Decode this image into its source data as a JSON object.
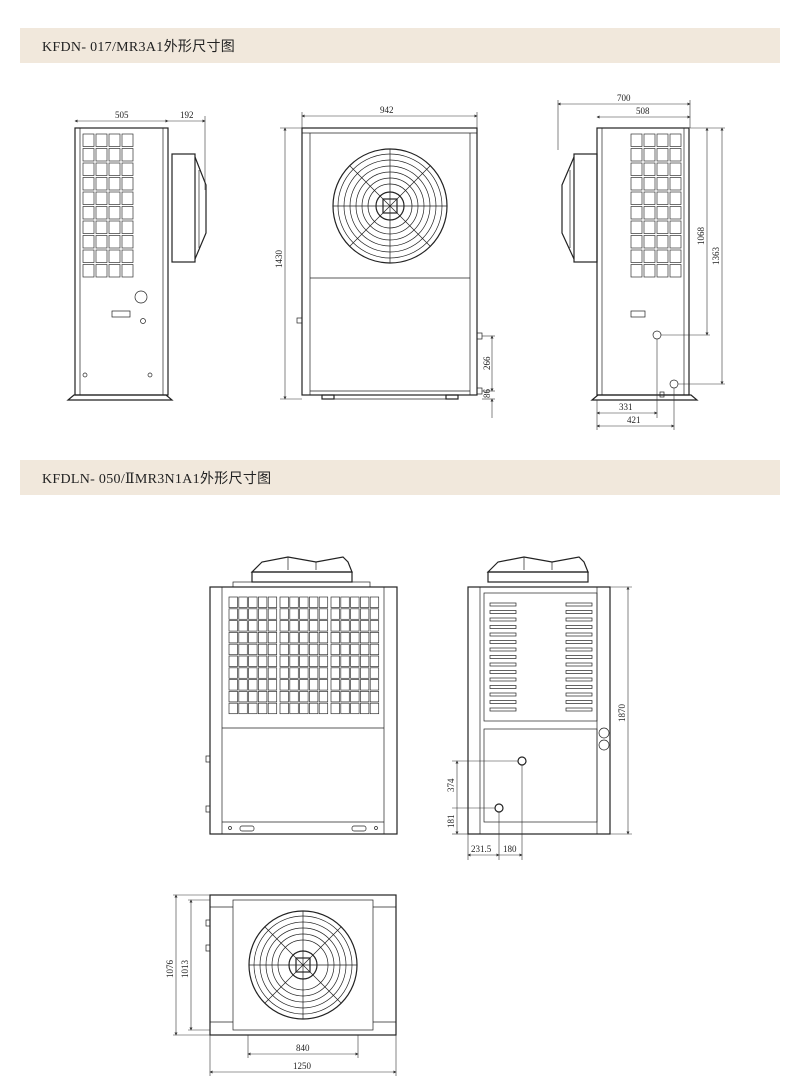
{
  "sections": [
    {
      "title": "KFDN- 017/MR3A1外形尺寸图"
    },
    {
      "title": "KFDLN- 050/ⅡMR3N1A1外形尺寸图"
    }
  ],
  "dims": {
    "s1": {
      "left_width": "505",
      "left_fan_depth": "192",
      "front_width": "942",
      "front_height": "1430",
      "front_pipe_a": "266",
      "front_pipe_b": "86",
      "right_total": "700",
      "right_body": "508",
      "right_h1": "1068",
      "right_h2": "1363",
      "right_b1": "331",
      "right_b2": "421"
    },
    "s2": {
      "back_height": "1870",
      "back_v1": "374",
      "back_v2": "181",
      "back_h1": "231.5",
      "back_h2": "180",
      "top_d1": "1076",
      "top_d2": "1013",
      "top_w1": "840",
      "top_w2": "1250"
    }
  },
  "colors": {
    "banner": "#f1e8dc",
    "line": "#222222"
  }
}
